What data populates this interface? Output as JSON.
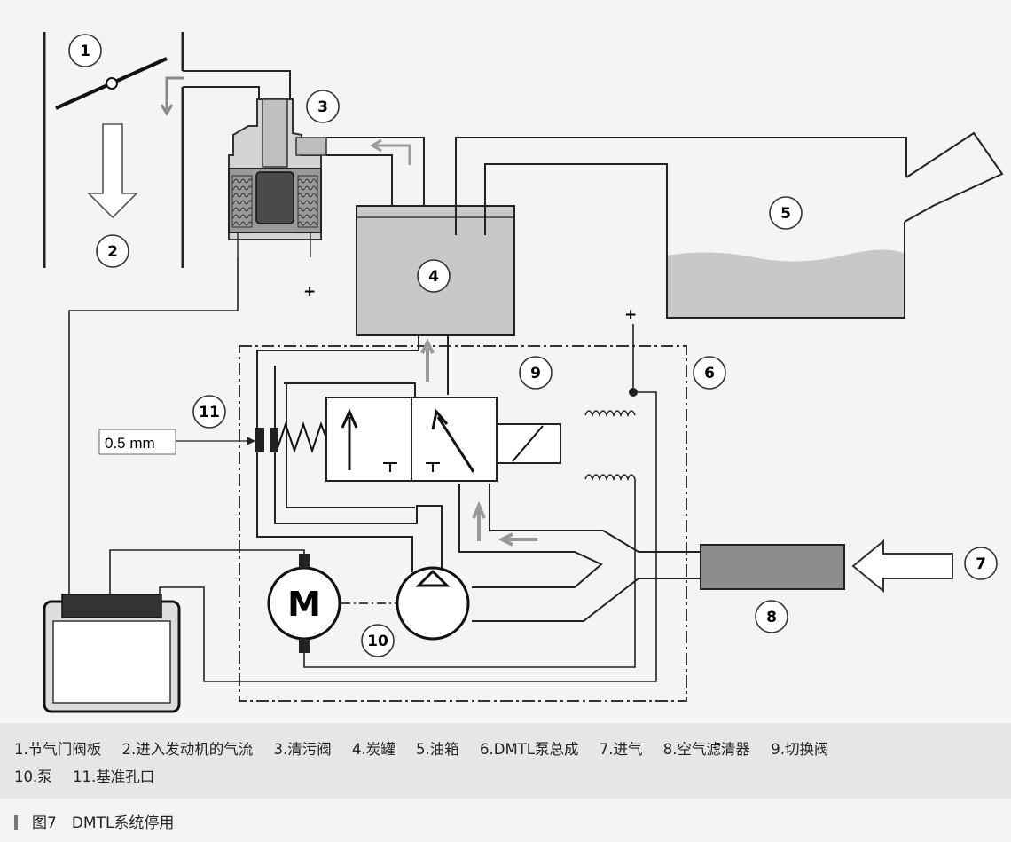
{
  "callouts": [
    "1",
    "2",
    "3",
    "4",
    "5",
    "6",
    "7",
    "8",
    "9",
    "10",
    "11"
  ],
  "signs": {
    "plus_valve": "+",
    "plus_coil": "+",
    "motor": "M"
  },
  "orifice_label": "0.5 mm",
  "legend": {
    "row1": [
      "1.节气门阀板",
      "2.进入发动机的气流",
      "3.清污阀",
      "4.炭罐",
      "5.油箱",
      "6.DMTL泵总成",
      "7.进气",
      "8.空气滤清器",
      "9.切换阀"
    ],
    "row2": [
      "10.泵",
      "11.基准孔口"
    ]
  },
  "caption": "图7　DMTL系统停用"
}
